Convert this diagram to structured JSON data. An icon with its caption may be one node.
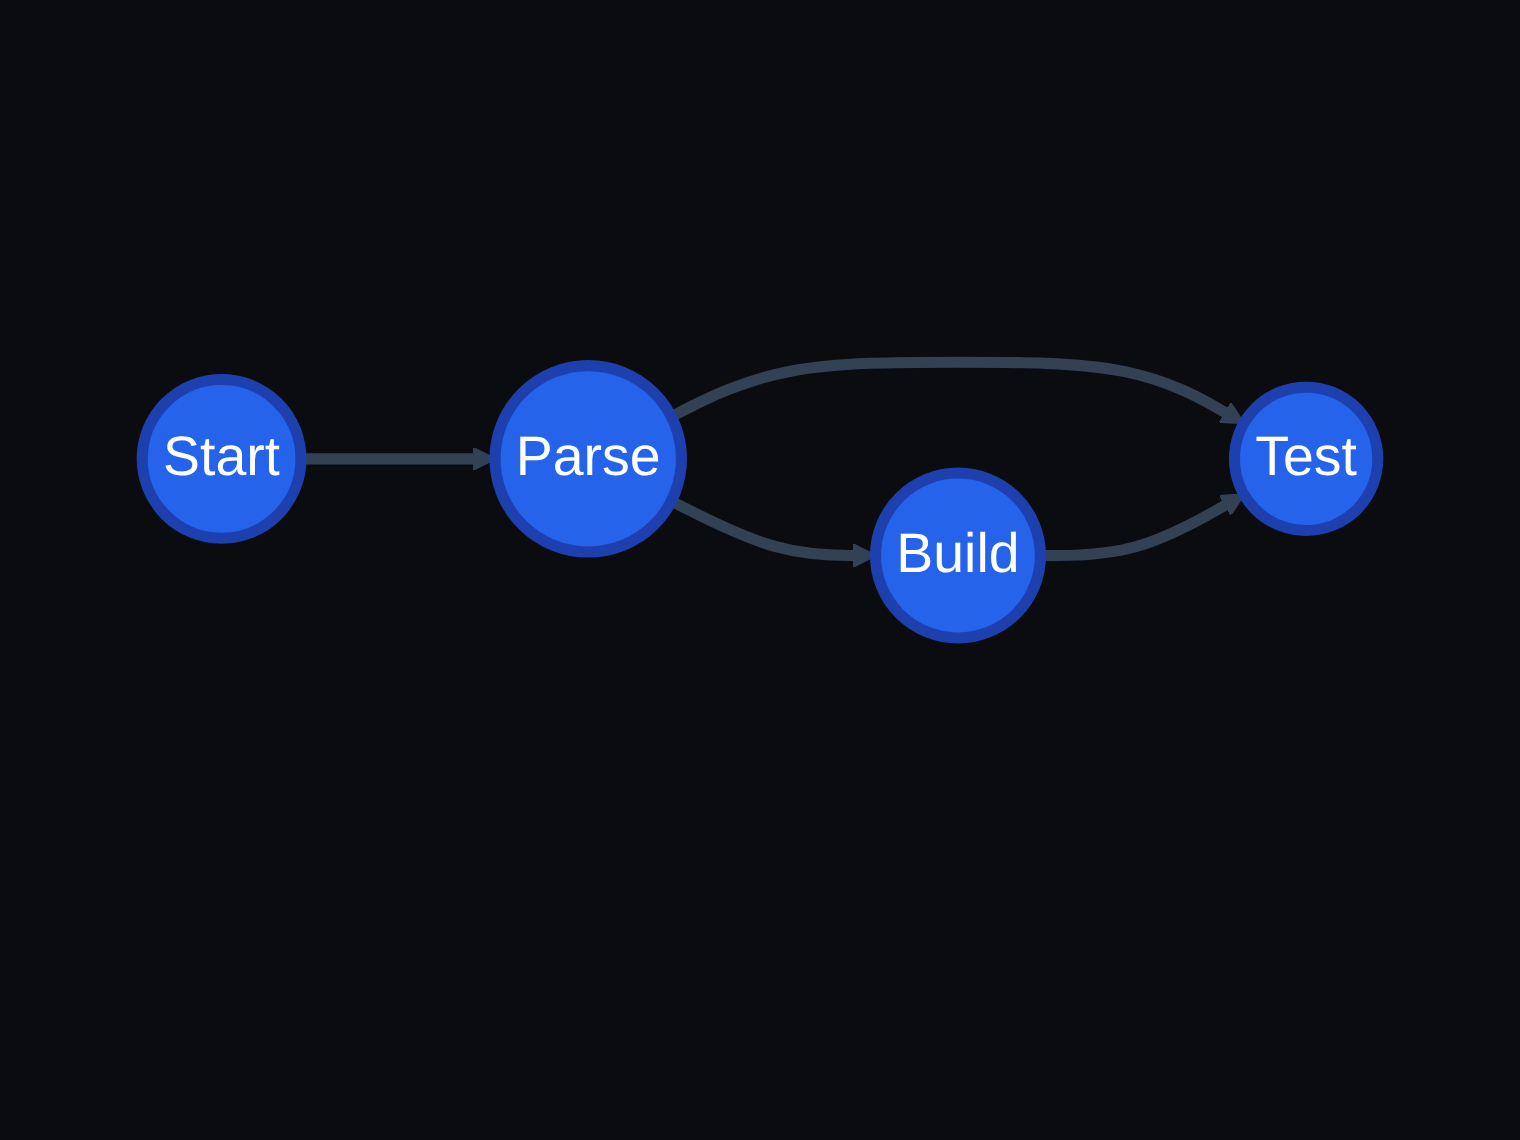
{
  "diagram": {
    "nodes": [
      {
        "text": [
          "Start"
        ]
      },
      {
        "text": [
          "Parse"
        ]
      },
      {
        "text": [
          "Build"
        ]
      },
      {
        "text": [
          "Test"
        ]
      }
    ],
    "edges": [
      {
        "from": 0,
        "to": 1,
        "arrow": "to"
      },
      {
        "from": 1,
        "to": 2,
        "arrow": "to"
      },
      {
        "from": 1,
        "to": 3,
        "arrow": "to"
      },
      {
        "from": 2,
        "to": 3,
        "arrow": "to"
      }
    ]
  }
}
